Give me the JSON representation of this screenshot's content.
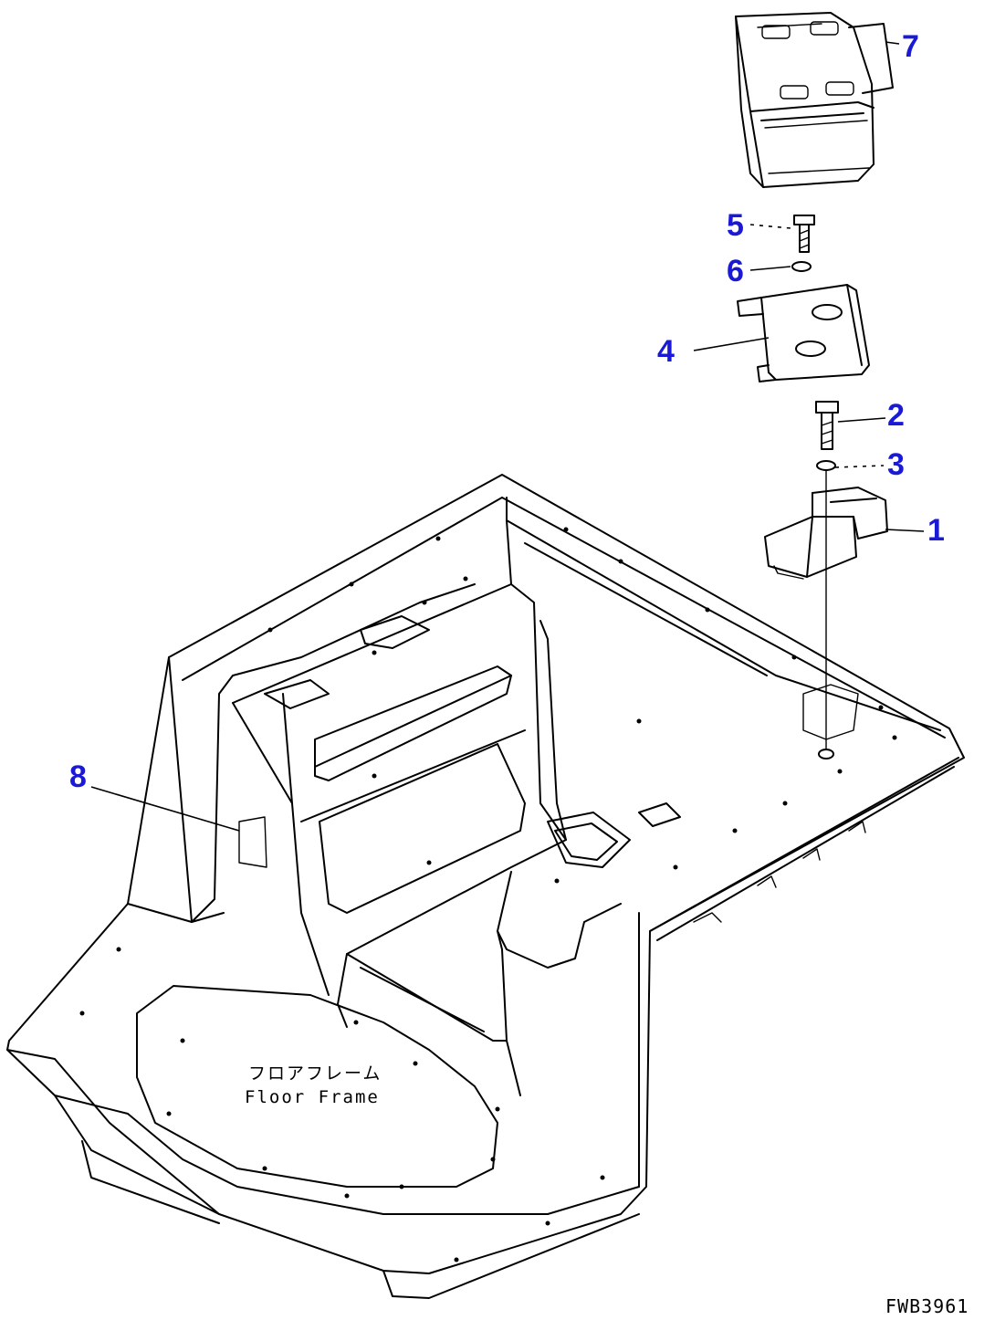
{
  "callouts": {
    "c1": "1",
    "c2": "2",
    "c3": "3",
    "c4": "4",
    "c5": "5",
    "c6": "6",
    "c7": "7",
    "c8": "8"
  },
  "frame_label": {
    "japanese": "フロアフレーム",
    "english": "Floor Frame"
  },
  "drawing_code": "FWB3961",
  "colors": {
    "callout": "#1a1ad6",
    "line": "#000000",
    "background": "#ffffff"
  }
}
